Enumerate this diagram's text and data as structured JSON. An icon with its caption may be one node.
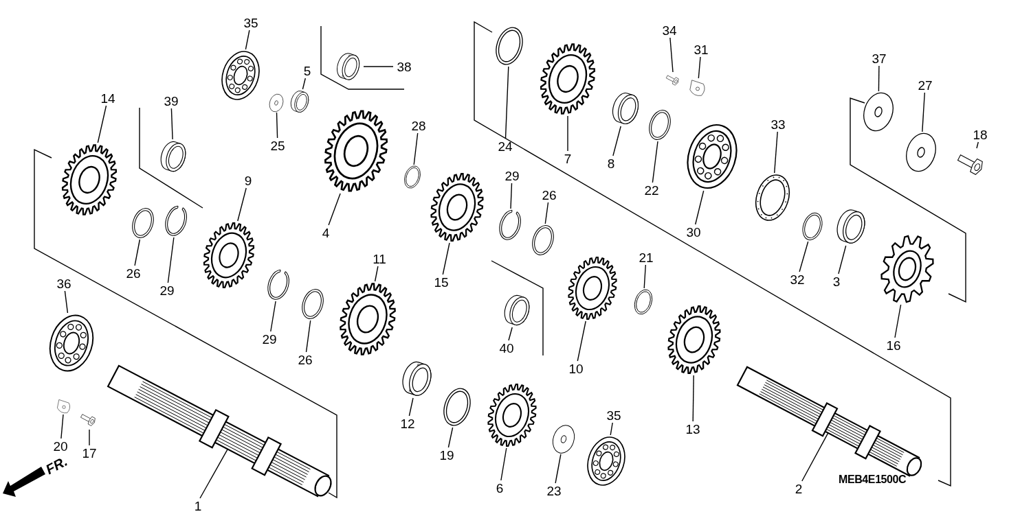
{
  "diagram": {
    "nodes": [
      {
        "text": [
          "35"
        ]
      },
      {
        "text": [],
        "shape": "picture"
      },
      {
        "text": [
          "38"
        ]
      },
      {
        "text": [],
        "shape": "picture"
      },
      {
        "text": [
          "5"
        ]
      },
      {
        "text": [],
        "shape": "picture"
      },
      {
        "text": [
          "25"
        ]
      },
      {
        "text": [],
        "shape": "picture"
      },
      {
        "text": [
          "14"
        ]
      },
      {
        "text": [],
        "shape": "picture"
      },
      {
        "text": [
          "39"
        ]
      },
      {
        "text": [],
        "shape": "picture"
      },
      {
        "text": [
          "9"
        ]
      },
      {
        "text": [],
        "shape": "picture"
      },
      {
        "text": [
          "4"
        ]
      },
      {
        "text": [],
        "shape": "picture"
      },
      {
        "text": [
          "28"
        ]
      },
      {
        "text": [],
        "shape": "picture"
      },
      {
        "text": [
          "26"
        ]
      },
      {
        "text": [],
        "shape": "picture"
      },
      {
        "text": [
          "29"
        ]
      },
      {
        "text": [],
        "shape": "picture"
      },
      {
        "text": [
          "24"
        ]
      },
      {
        "text": [],
        "shape": "picture"
      },
      {
        "text": [
          "7"
        ]
      },
      {
        "text": [],
        "shape": "picture"
      },
      {
        "text": [
          "8"
        ]
      },
      {
        "text": [],
        "shape": "picture"
      },
      {
        "text": [
          "22"
        ]
      },
      {
        "text": [],
        "shape": "picture"
      },
      {
        "text": [
          "34"
        ]
      },
      {
        "text": [],
        "shape": "picture"
      },
      {
        "text": [
          "31"
        ]
      },
      {
        "text": [],
        "shape": "picture"
      },
      {
        "text": [
          "30"
        ]
      },
      {
        "text": [],
        "shape": "picture"
      },
      {
        "text": [
          "33"
        ]
      },
      {
        "text": [],
        "shape": "picture"
      },
      {
        "text": [
          "37"
        ]
      },
      {
        "text": [],
        "shape": "picture"
      },
      {
        "text": [
          "27"
        ]
      },
      {
        "text": [],
        "shape": "picture"
      },
      {
        "text": [
          "18"
        ]
      },
      {
        "text": [],
        "shape": "picture"
      },
      {
        "text": [
          "29"
        ]
      },
      {
        "text": [],
        "shape": "picture"
      },
      {
        "text": [
          "26"
        ]
      },
      {
        "text": [],
        "shape": "picture"
      },
      {
        "text": [
          "15"
        ]
      },
      {
        "text": [],
        "shape": "picture"
      },
      {
        "text": [
          "11"
        ]
      },
      {
        "text": [],
        "shape": "picture"
      },
      {
        "text": [
          "29"
        ]
      },
      {
        "text": [],
        "shape": "picture"
      },
      {
        "text": [
          "26"
        ]
      },
      {
        "text": [],
        "shape": "picture"
      },
      {
        "text": [
          "21"
        ]
      },
      {
        "text": [],
        "shape": "picture"
      },
      {
        "text": [
          "10"
        ]
      },
      {
        "text": [],
        "shape": "picture"
      },
      {
        "text": [
          "40"
        ]
      },
      {
        "text": [],
        "shape": "picture"
      },
      {
        "text": [
          "32"
        ]
      },
      {
        "text": [],
        "shape": "picture"
      },
      {
        "text": [
          "3"
        ]
      },
      {
        "text": [],
        "shape": "picture"
      },
      {
        "text": [
          "16"
        ]
      },
      {
        "text": [],
        "shape": "picture"
      },
      {
        "text": [
          "36"
        ]
      },
      {
        "text": [],
        "shape": "picture"
      },
      {
        "text": [
          "12"
        ]
      },
      {
        "text": [],
        "shape": "picture"
      },
      {
        "text": [
          "19"
        ]
      },
      {
        "text": [],
        "shape": "picture"
      },
      {
        "text": [
          "13"
        ]
      },
      {
        "text": [],
        "shape": "picture"
      },
      {
        "text": [
          "20"
        ]
      },
      {
        "text": [],
        "shape": "picture"
      },
      {
        "text": [
          "17"
        ]
      },
      {
        "text": [],
        "shape": "picture"
      },
      {
        "text": [
          "1"
        ]
      },
      {
        "text": [],
        "shape": "picture"
      },
      {
        "text": [
          "6"
        ]
      },
      {
        "text": [],
        "shape": "picture"
      },
      {
        "text": [
          "23"
        ]
      },
      {
        "text": [],
        "shape": "picture"
      },
      {
        "text": [
          "35"
        ]
      },
      {
        "text": [],
        "shape": "picture"
      },
      {
        "text": [
          "2"
        ]
      },
      {
        "text": [],
        "shape": "picture"
      }
    ],
    "edges": [
      {
        "from": 0,
        "to": 1,
        "arrow": "none"
      },
      {
        "from": 2,
        "to": 3,
        "arrow": "none"
      },
      {
        "from": 4,
        "to": 5,
        "arrow": "none"
      },
      {
        "from": 6,
        "to": 7,
        "arrow": "none"
      },
      {
        "from": 8,
        "to": 9,
        "arrow": "none"
      },
      {
        "from": 10,
        "to": 11,
        "arrow": "none"
      },
      {
        "from": 12,
        "to": 13,
        "arrow": "none"
      },
      {
        "from": 14,
        "to": 15,
        "arrow": "none"
      },
      {
        "from": 16,
        "to": 17,
        "arrow": "none"
      },
      {
        "from": 18,
        "to": 19,
        "arrow": "none"
      },
      {
        "from": 20,
        "to": 21,
        "arrow": "none"
      },
      {
        "from": 22,
        "to": 23,
        "arrow": "none"
      },
      {
        "from": 24,
        "to": 25,
        "arrow": "none"
      },
      {
        "from": 26,
        "to": 27,
        "arrow": "none"
      },
      {
        "from": 28,
        "to": 29,
        "arrow": "none"
      },
      {
        "from": 30,
        "to": 31,
        "arrow": "none"
      },
      {
        "from": 32,
        "to": 33,
        "arrow": "none"
      },
      {
        "from": 34,
        "to": 35,
        "arrow": "none"
      },
      {
        "from": 36,
        "to": 37,
        "arrow": "none"
      },
      {
        "from": 38,
        "to": 39,
        "arrow": "none"
      },
      {
        "from": 40,
        "to": 41,
        "arrow": "none"
      },
      {
        "from": 42,
        "to": 43,
        "arrow": "none"
      },
      {
        "from": 44,
        "to": 45,
        "arrow": "none"
      },
      {
        "from": 46,
        "to": 47,
        "arrow": "none"
      },
      {
        "from": 48,
        "to": 49,
        "arrow": "none"
      },
      {
        "from": 50,
        "to": 51,
        "arrow": "none"
      },
      {
        "from": 52,
        "to": 53,
        "arrow": "none"
      },
      {
        "from": 54,
        "to": 55,
        "arrow": "none"
      },
      {
        "from": 56,
        "to": 57,
        "arrow": "none"
      },
      {
        "from": 58,
        "to": 59,
        "arrow": "none"
      },
      {
        "from": 60,
        "to": 61,
        "arrow": "none"
      },
      {
        "from": 62,
        "to": 63,
        "arrow": "none"
      },
      {
        "from": 64,
        "to": 65,
        "arrow": "none"
      },
      {
        "from": 66,
        "to": 67,
        "arrow": "none"
      },
      {
        "from": 68,
        "to": 69,
        "arrow": "none"
      },
      {
        "from": 70,
        "to": 71,
        "arrow": "none"
      },
      {
        "from": 72,
        "to": 73,
        "arrow": "none"
      },
      {
        "from": 74,
        "to": 75,
        "arrow": "none"
      },
      {
        "from": 76,
        "to": 77,
        "arrow": "none"
      },
      {
        "from": 78,
        "to": 79,
        "arrow": "none"
      },
      {
        "from": 80,
        "to": 81,
        "arrow": "none"
      },
      {
        "from": 82,
        "to": 83,
        "arrow": "none"
      },
      {
        "from": 84,
        "to": 85,
        "arrow": "none"
      },
      {
        "from": 86,
        "to": 87,
        "arrow": "none"
      },
      {
        "from": 88,
        "to": 89,
        "arrow": "none"
      }
    ],
    "labels": [
      "MEB4E1500C",
      "FR."
    ]
  }
}
